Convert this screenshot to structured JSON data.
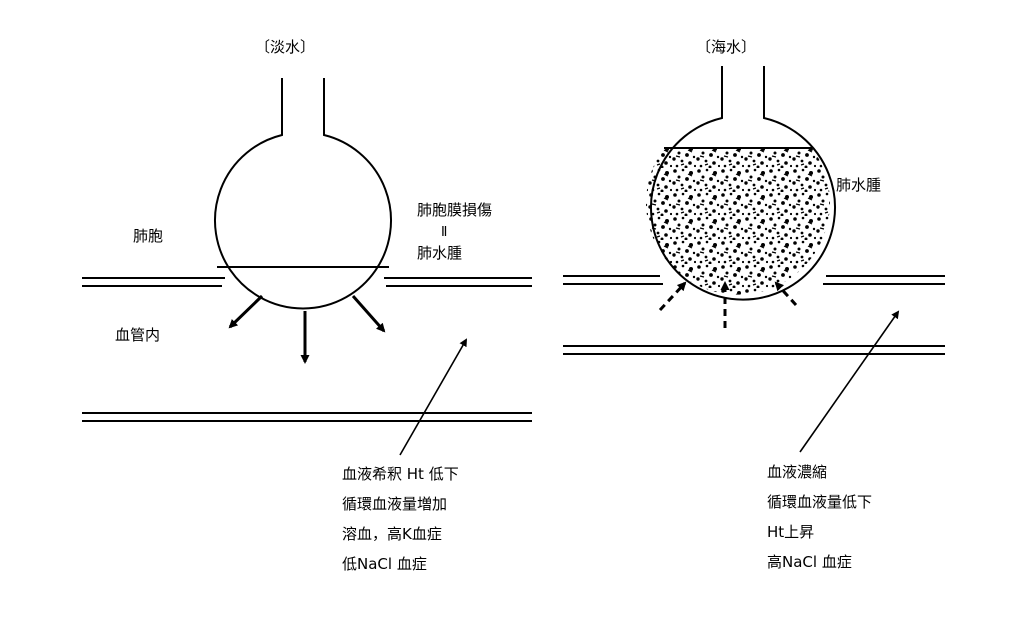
{
  "left_panel": {
    "title": "〔淡水〕",
    "alveolus": "肺胞",
    "injury_line1": "肺胞膜損傷",
    "injury_eq": "Ⅱ",
    "injury_line2": "肺水腫",
    "vessel": "血管内",
    "notes": [
      "血液希釈 Ht 低下",
      "循環血液量増加",
      "溶血，高K血症",
      "低NaCl 血症"
    ]
  },
  "right_panel": {
    "title": "〔海水〕",
    "edema": "肺水腫",
    "notes": [
      "血液濃縮",
      "循環血液量低下",
      "Ht上昇",
      "高NaCl 血症"
    ]
  }
}
